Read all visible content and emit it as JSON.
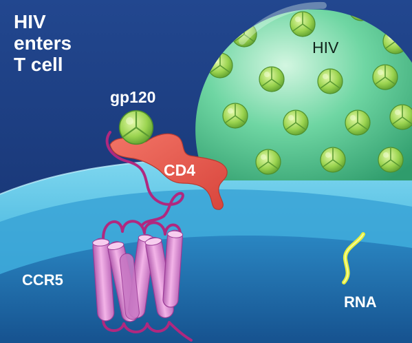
{
  "labels": {
    "title": "HIV\nenters\nT cell",
    "gp120": "gp120",
    "cd4": "CD4",
    "hiv": "HIV",
    "ccr5": "CCR5",
    "rna": "RNA"
  },
  "colors": {
    "background_top": "#22478f",
    "background_bottom": "#142f6a",
    "membrane_light": "#5cc8e6",
    "membrane_dark": "#1e78b4",
    "cytoplasm": "#1d5d9e",
    "virus": "#5fcf9a",
    "virus_highlight": "#c6f2d8",
    "gp120": "#8ed84a",
    "cd4": "#ea5a4e",
    "ccr5": "#e58fd3",
    "ccr5_loop": "#b0287f",
    "rna": "#e5ef3c"
  }
}
